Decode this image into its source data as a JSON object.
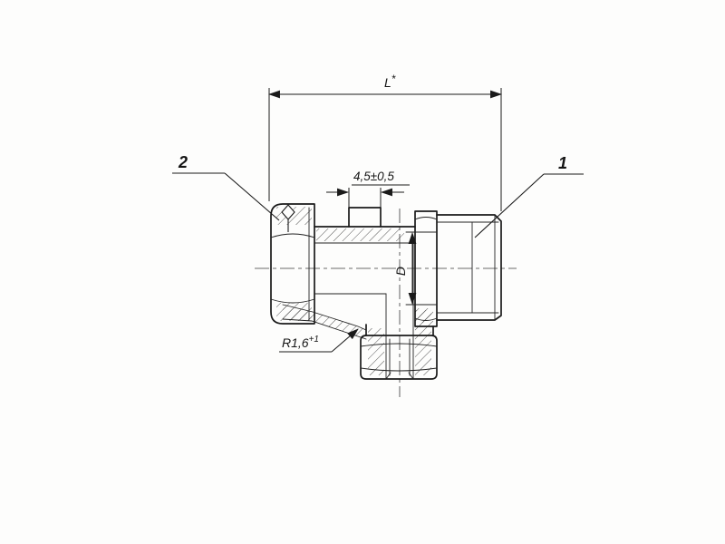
{
  "drawing": {
    "background": "#fdfdfc",
    "line_color": "#1a1a1a",
    "labels": {
      "part_1": "1",
      "part_2": "2"
    },
    "dimensions": {
      "overall_length": {
        "letter": "L",
        "modifier": "*"
      },
      "collar_width": "4,5±0,5",
      "bore_diameter": "D",
      "fillet_radius": {
        "value": "R1,6",
        "tolerance": "+1"
      }
    }
  }
}
